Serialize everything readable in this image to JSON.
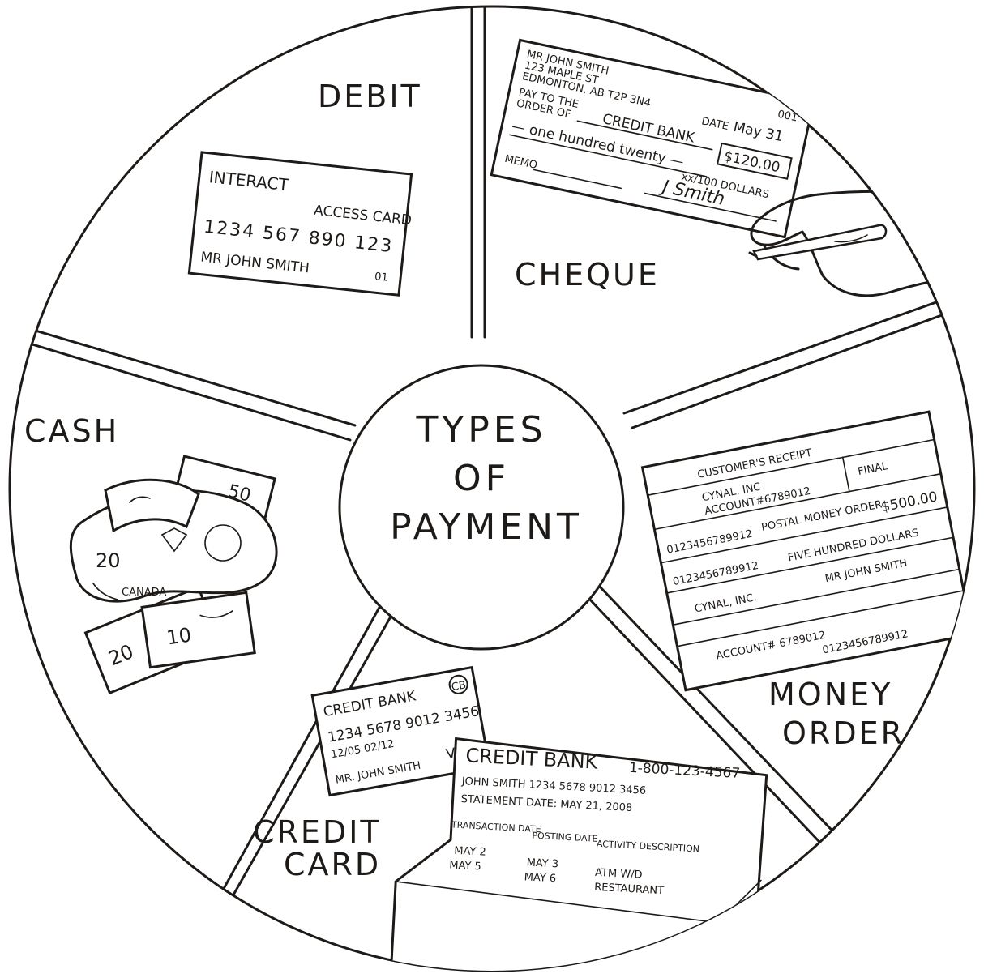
{
  "center": {
    "line1": "TYPES",
    "line2": "OF",
    "line3": "PAYMENT"
  },
  "segments": {
    "debit": {
      "label": "DEBIT",
      "card": {
        "brand": "INTERACT",
        "type": "ACCESS CARD",
        "number": "1234 567 890 123",
        "holder": "MR JOHN SMITH",
        "suffix": "01"
      }
    },
    "cheque": {
      "label": "CHEQUE",
      "doc": {
        "address1": "MR JOHN SMITH",
        "address2": "123 MAPLE ST",
        "address3": "EDMONTON, AB T2P 3N4",
        "pay_to": "PAY TO THE",
        "order_of": "ORDER OF",
        "payee": "CREDIT BANK",
        "date_label": "DATE",
        "date": "May 31",
        "number": "001",
        "amount_words": "— one hundred twenty —",
        "cents": "xx/100 DOLLARS",
        "amount": "$120.00",
        "memo": "MEMO",
        "signature": "J Smith"
      }
    },
    "money_order": {
      "label_line1": "MONEY",
      "label_line2": "ORDER",
      "doc": {
        "receipt": "CUSTOMER'S RECEIPT",
        "final": "FINAL",
        "payee": "CYNAL, INC",
        "account": "ACCOUNT#6789012",
        "serial1": "0123456789912",
        "title": "POSTAL MONEY ORDER",
        "amount": "$500.00",
        "serial2": "0123456789912",
        "words": "FIVE HUNDRED DOLLARS",
        "payee2": "CYNAL, INC.",
        "sender": "MR JOHN SMITH",
        "account2": "ACCOUNT# 6789012",
        "footer": "0123456789912"
      }
    },
    "credit_card": {
      "label_line1": "CREDIT",
      "label_line2": "CARD",
      "card": {
        "bank": "CREDIT BANK",
        "logo": "CB",
        "number": "1234 5678 9012 3456",
        "expiry": "12/05 02/12",
        "holder": "MR. JOHN SMITH",
        "network": "VISA"
      },
      "statement": {
        "header": "CREDIT BANK",
        "phone": "1-800-123-4567",
        "line1": "JOHN SMITH 1234 5678 9012 3456",
        "line2": "STATEMENT DATE: MAY 21, 2008",
        "col1": "TRANSACTION DATE",
        "col2": "POSTING DATE",
        "col3": "ACTIVITY DESCRIPTION",
        "rows": [
          {
            "t": "MAY 2",
            "p": "MAY 3",
            "d": "ATM W/D"
          },
          {
            "t": "MAY 5",
            "p": "MAY 6",
            "d": "RESTAURANT"
          }
        ]
      }
    },
    "cash": {
      "label": "CASH",
      "notes": [
        "20",
        "50",
        "10",
        "20"
      ],
      "country": "CANADA"
    }
  }
}
